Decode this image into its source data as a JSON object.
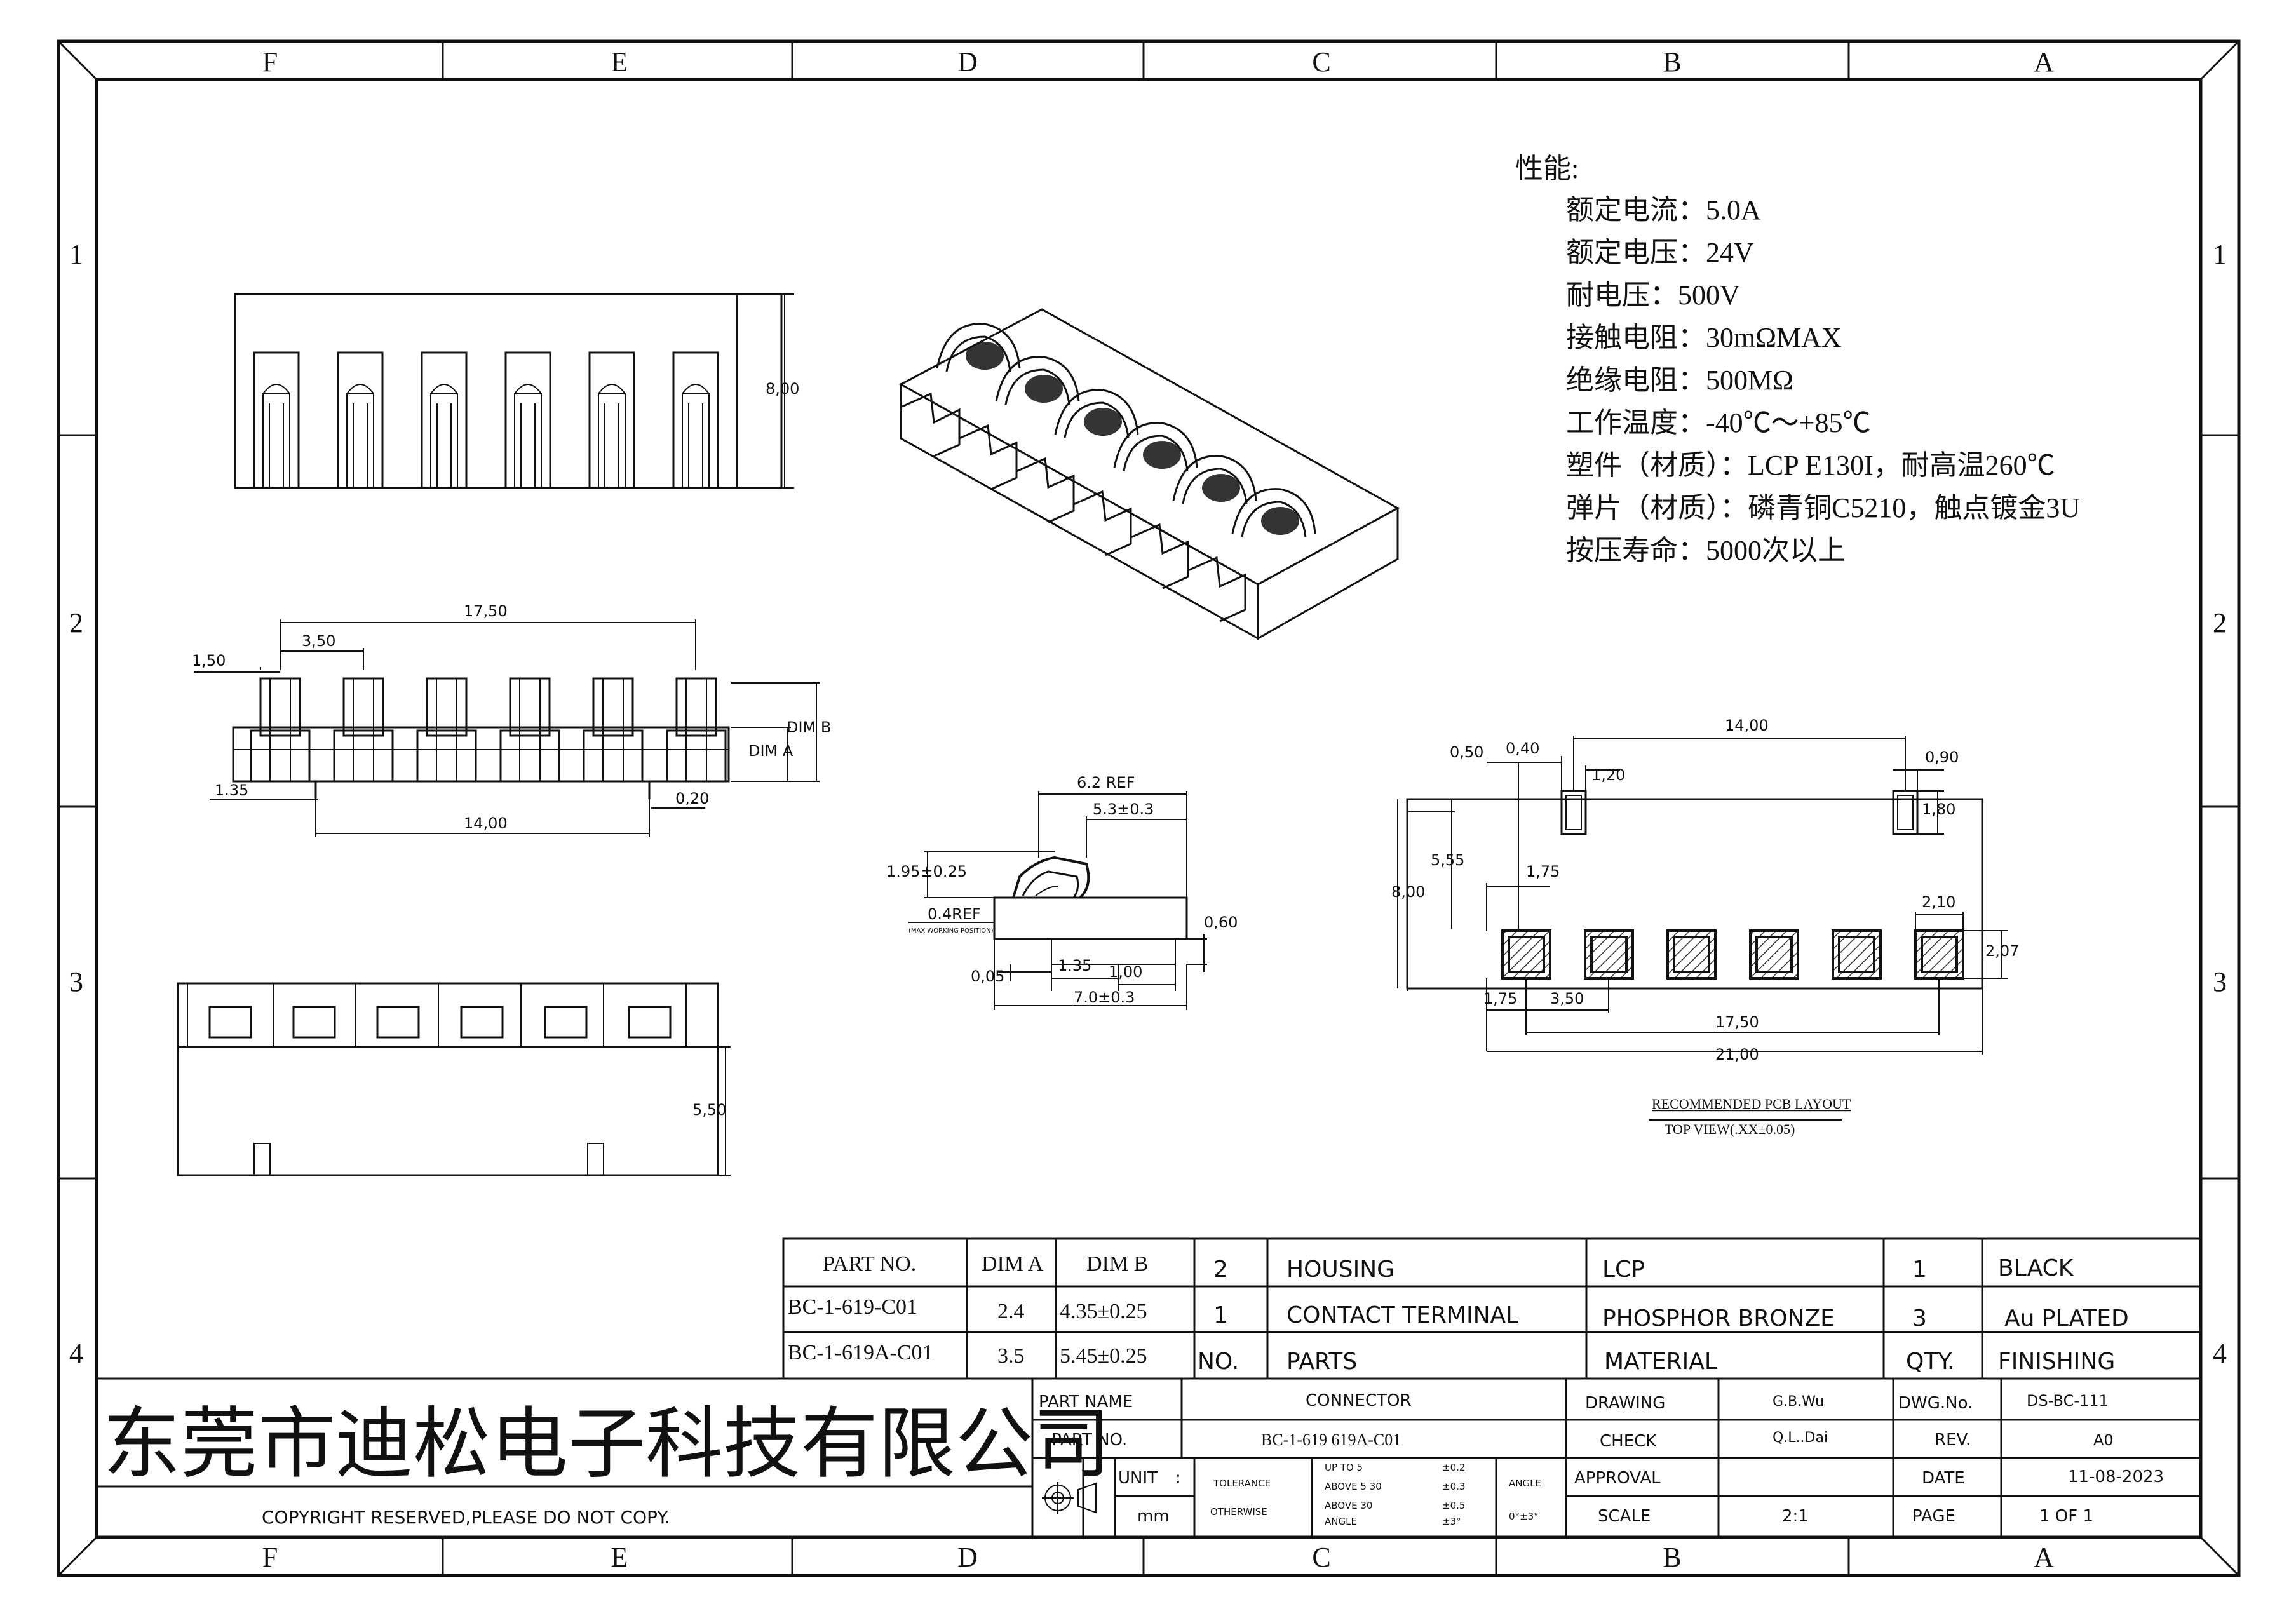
{
  "frame": {
    "columns": [
      "F",
      "E",
      "D",
      "C",
      "B",
      "A"
    ],
    "rows": [
      "1",
      "2",
      "3",
      "4"
    ]
  },
  "specs": {
    "title": "性能:",
    "lines": [
      "额定电流：5.0A",
      "额定电压：24V",
      "耐电压：500V",
      "接触电阻：30mΩMAX",
      "绝缘电阻：500MΩ",
      "工作温度：-40℃～+85℃",
      "塑件（材质）：LCP E130I，耐高温260℃",
      "弹片（材质）：磷青铜C5210，触点镀金3U",
      "按压寿命：5000次以上"
    ]
  },
  "dims": {
    "front_height": "8,00",
    "pitch_total": "17,50",
    "pitch": "3,50",
    "edge": "1,50",
    "dim_b": "DIM B",
    "dim_a": "DIM A",
    "left_tail": "1.35",
    "tail_w": "0,20",
    "tail_span": "14,00",
    "bottom_height": "5,50",
    "side_62": "6.2 REF",
    "side_53": "5.3±0.3",
    "side_195": "1.95±0.25",
    "side_04": "0.4REF",
    "side_04_note": "(MAX WORKING POSITION)",
    "side_060": "0,60",
    "side_005": "0,05",
    "side_135": "1.35",
    "side_100": "1,00",
    "side_70": "7.0±0.3",
    "pcb_1400": "14,00",
    "pcb_050": "0,50",
    "pcb_040": "0,40",
    "pcb_120": "1,20",
    "pcb_090": "0,90",
    "pcb_180": "1,80",
    "pcb_555": "5,55",
    "pcb_800": "8,00",
    "pcb_175a": "1,75",
    "pcb_210": "2,10",
    "pcb_207": "2,07",
    "pcb_175b": "1,75",
    "pcb_350": "3,50",
    "pcb_1750": "17,50",
    "pcb_2100": "21,00",
    "pcb_title": "RECOMMENDED PCB LAYOUT",
    "pcb_subtitle": "TOP VIEW(.XX±0.05)"
  },
  "parts_table": {
    "headers": [
      "PART NO.",
      "DIM A",
      "DIM B"
    ],
    "rows": [
      [
        "BC-1-619-C01",
        "2.4",
        "4.35±0.25"
      ],
      [
        "BC-1-619A-C01",
        "3.5",
        "5.45±0.25"
      ]
    ]
  },
  "bom": {
    "rows": [
      [
        "2",
        "HOUSING",
        "LCP",
        "1",
        "BLACK"
      ],
      [
        "1",
        "CONTACT TERMINAL",
        "PHOSPHOR BRONZE",
        "3",
        "Au PLATED"
      ],
      [
        "NO.",
        "PARTS",
        "MATERIAL",
        "QTY.",
        "FINISHING"
      ]
    ]
  },
  "title_block": {
    "company": "东莞市迪松电子科技有限公司",
    "copyright": "COPYRIGHT RESERVED,PLEASE DO NOT COPY.",
    "part_name_label": "PART NAME",
    "part_name": "CONNECTOR",
    "part_no_label": "PART NO.",
    "part_no": "BC-1-619 619A-C01",
    "unit_label": "UNIT",
    "unit_colon": ":",
    "unit": "mm",
    "tolerance": "TOLERANCE",
    "otherwise": "OTHERWISE",
    "tol_rows": [
      [
        "UP TO 5",
        "±0.2"
      ],
      [
        "ABOVE 5  30",
        "±0.3"
      ],
      [
        "ABOVE 30",
        "±0.5"
      ],
      [
        "ANGLE",
        "±3°"
      ]
    ],
    "angle_label": "ANGLE",
    "angle_value": "0°±3°",
    "drawing_label": "DRAWING",
    "drawing": "G.B.Wu",
    "check_label": "CHECK",
    "check": "Q.L..Dai",
    "approval_label": "APPROVAL",
    "scale_label": "SCALE",
    "scale": "2:1",
    "dwg_label": "DWG.No.",
    "dwg": "DS-BC-111",
    "rev_label": "REV.",
    "rev": "A0",
    "date_label": "DATE",
    "date": "11-08-2023",
    "page_label": "PAGE",
    "page": "1 OF 1"
  }
}
